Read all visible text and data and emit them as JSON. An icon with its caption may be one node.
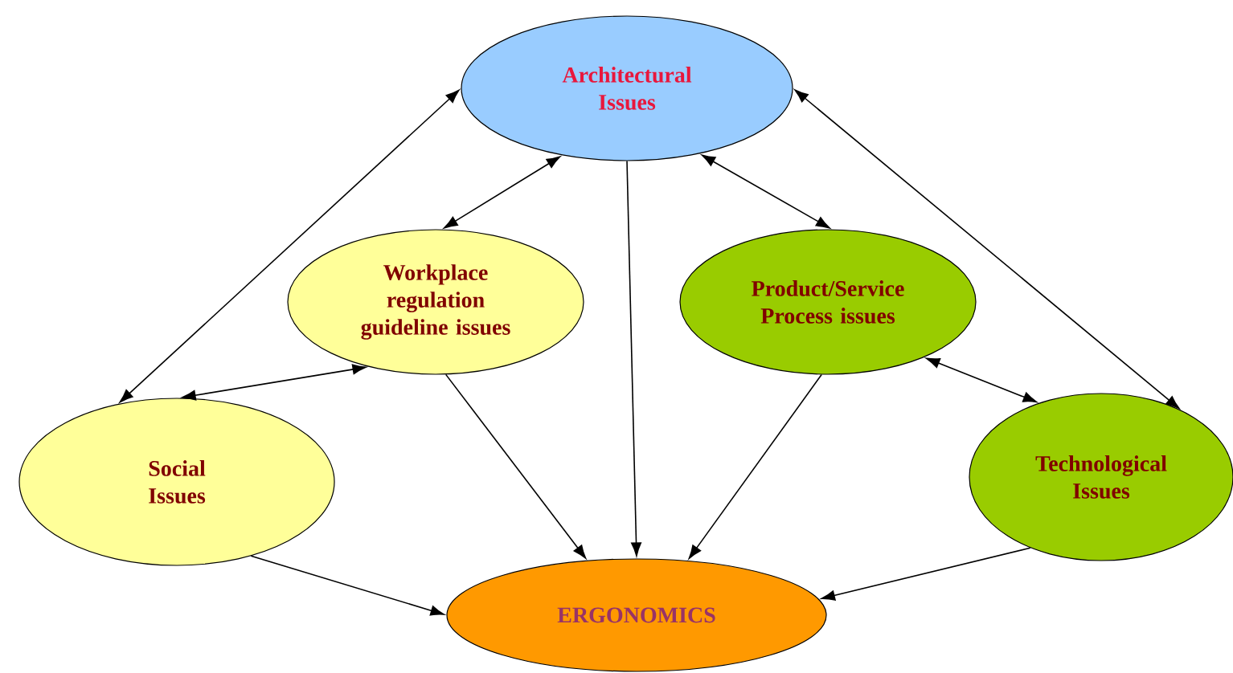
{
  "diagram": {
    "nodes": [
      {
        "text": [
          "Architectural Issues"
        ]
      },
      {
        "text": [
          "Workplace regulation guideline issues"
        ]
      },
      {
        "text": [
          "Product/Service Process issues"
        ]
      },
      {
        "text": [
          "Social Issues"
        ]
      },
      {
        "text": [
          "Technological Issues"
        ]
      },
      {
        "text": [
          "ERGONOMICS"
        ]
      }
    ],
    "edges": [
      {
        "from": 3,
        "to": 0,
        "arrow": "both"
      },
      {
        "from": 1,
        "to": 0,
        "arrow": "both"
      },
      {
        "from": 2,
        "to": 0,
        "arrow": "both"
      },
      {
        "from": 4,
        "to": 0,
        "arrow": "both"
      },
      {
        "from": 0,
        "to": 5,
        "arrow": "to"
      },
      {
        "from": 3,
        "to": 1,
        "arrow": "both"
      },
      {
        "from": 1,
        "to": 5,
        "arrow": "to"
      },
      {
        "from": 2,
        "to": 5,
        "arrow": "to"
      },
      {
        "from": 2,
        "to": 4,
        "arrow": "both"
      },
      {
        "from": 3,
        "to": 5,
        "arrow": "to"
      },
      {
        "from": 4,
        "to": 5,
        "arrow": "to"
      }
    ]
  }
}
